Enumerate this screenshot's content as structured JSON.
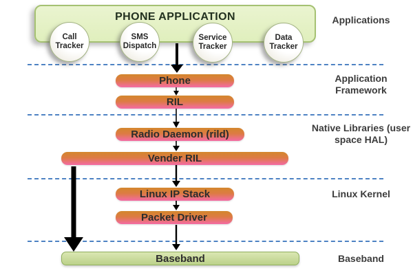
{
  "app_box": {
    "title": "PHONE APPLICATION",
    "apps": [
      "Call Tracker",
      "SMS Dispatch",
      "Service Tracker",
      "Data Tracker"
    ]
  },
  "bars": [
    "Phone",
    "RIL",
    "Radio Daemon (rild)",
    "Vender RIL",
    "Linux IP Stack",
    "Packet Driver"
  ],
  "baseband_bar": "Baseband",
  "side_labels": [
    "Applications",
    "Application Framework",
    "Native Libraries (user space HAL)",
    "Linux Kernel",
    "Baseband"
  ],
  "colors": {
    "bar_gradient_top": "#d3872d",
    "bar_gradient_bottom": "#f46ba4",
    "app_box_fill": "#e3f0c4",
    "green_border": "#a5c172",
    "baseband_fill_top": "#dae7b2",
    "baseband_fill_bottom": "#bcd188",
    "divider_blue": "#4d82c3",
    "arrow_black": "#000000",
    "text_dark": "#2c2c2c"
  }
}
